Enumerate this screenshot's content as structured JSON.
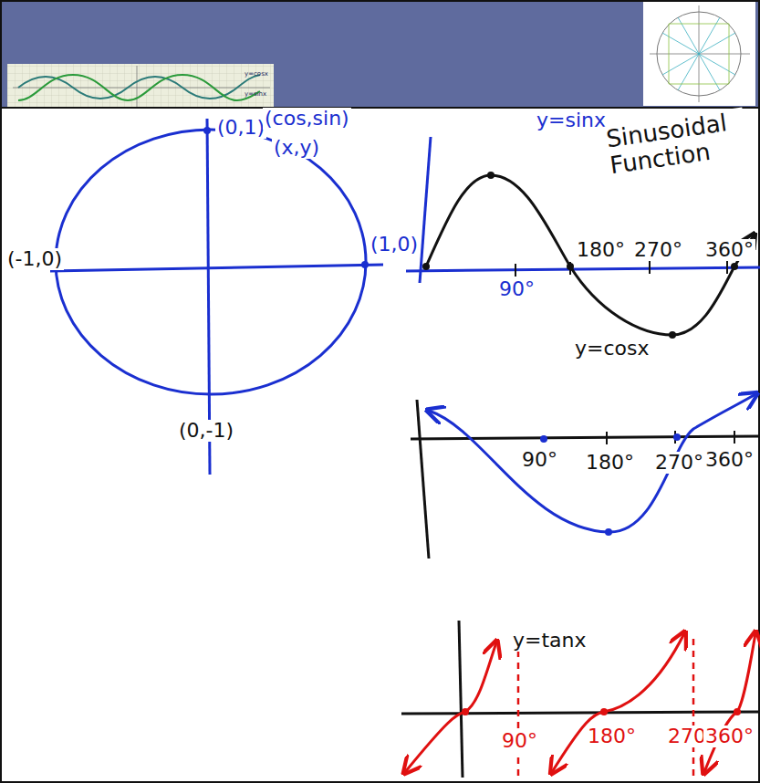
{
  "diagram": {
    "labels": [
      "y=cosx",
      "y=sinx",
      "(0,1)",
      "(cos,sin)",
      "(x,y)",
      "(-1,0)",
      "(1,0)",
      "(0,-1)",
      "y=sinx",
      "Sinusoidal Function",
      "90°",
      "180°",
      "270°",
      "360°",
      "y=cosx",
      "90°",
      "180°",
      "270°",
      "360°",
      "y=tanx",
      "90°",
      "180°",
      "270°",
      "360°"
    ]
  }
}
